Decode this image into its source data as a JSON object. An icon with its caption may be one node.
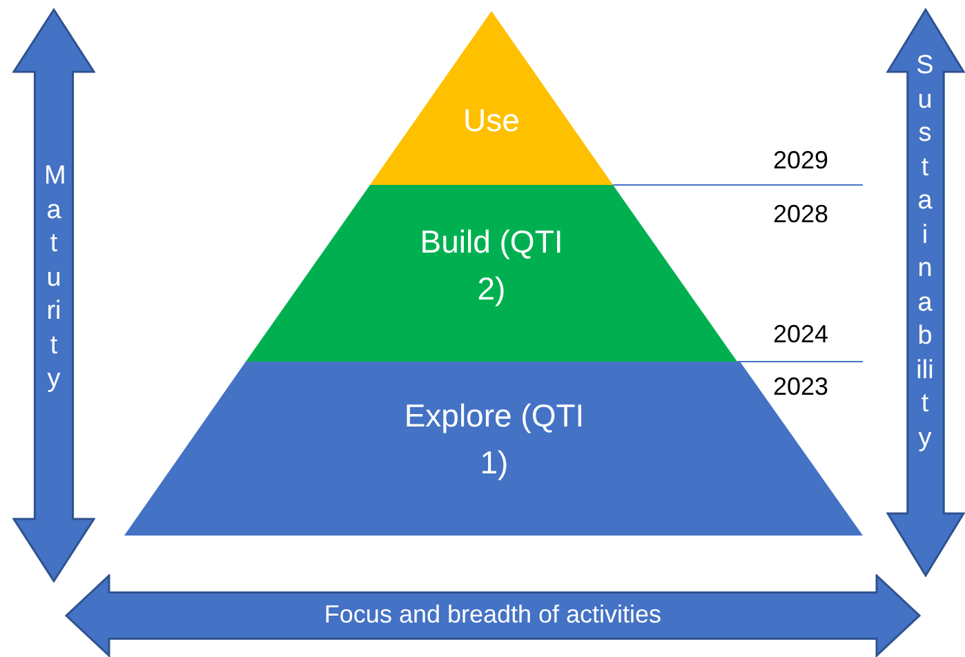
{
  "diagram": {
    "nodes": [
      {
        "text": [
          "Use"
        ]
      },
      {
        "text": [
          "Build (QTI 2)"
        ]
      },
      {
        "text": [
          "Explore (QTI 1)"
        ]
      },
      {
        "text": [
          "Maturity"
        ]
      },
      {
        "text": [
          "Sustainability"
        ]
      },
      {
        "text": [
          "Focus and breadth of activities"
        ]
      }
    ],
    "labels": [
      "2029",
      "2028",
      "2024",
      "2023"
    ]
  }
}
